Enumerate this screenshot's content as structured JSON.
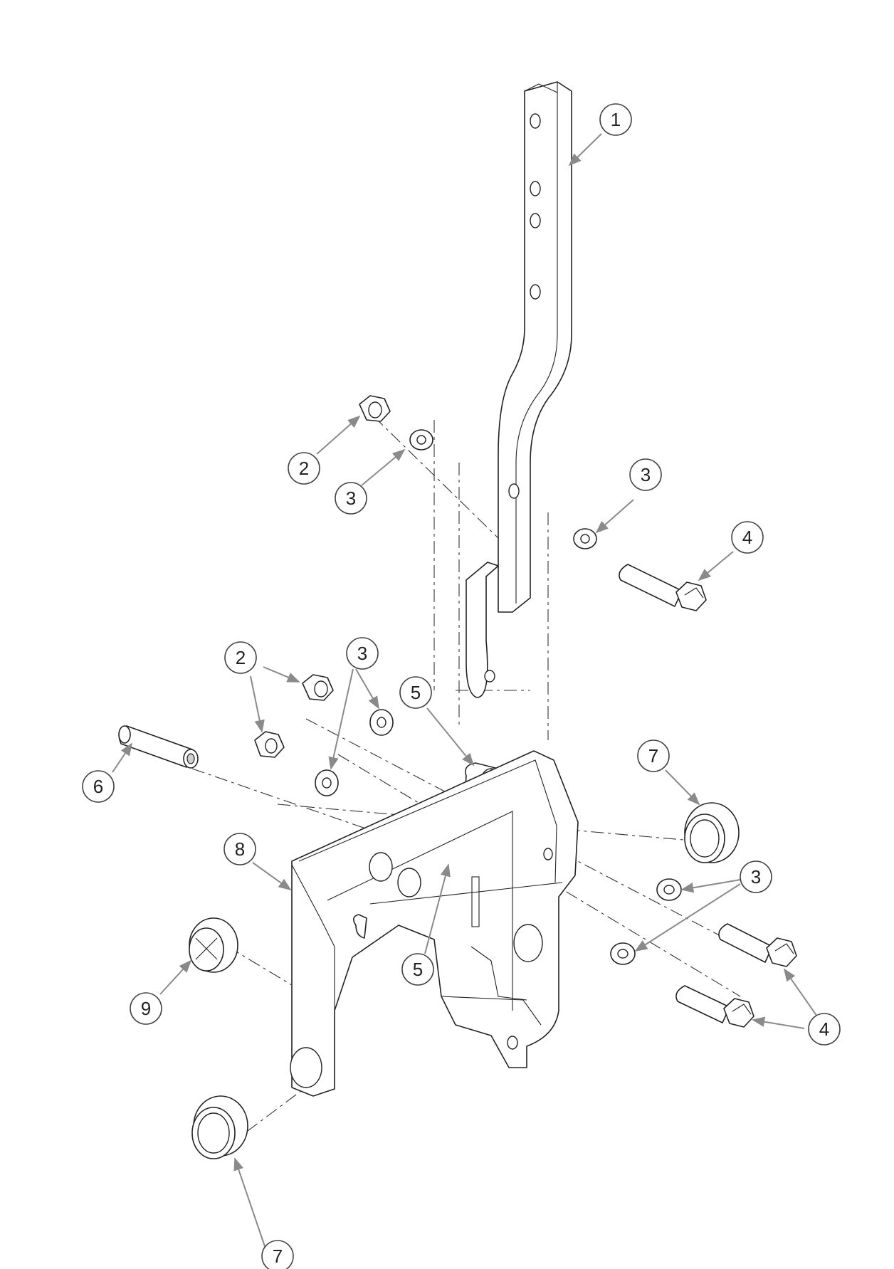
{
  "callouts": [
    {
      "id": "c1",
      "label": "1"
    },
    {
      "id": "c2a",
      "label": "2"
    },
    {
      "id": "c3a",
      "label": "3"
    },
    {
      "id": "c3b",
      "label": "3"
    },
    {
      "id": "c4a",
      "label": "4"
    },
    {
      "id": "c2b",
      "label": "2"
    },
    {
      "id": "c3c",
      "label": "3"
    },
    {
      "id": "c5a",
      "label": "5"
    },
    {
      "id": "c6",
      "label": "6"
    },
    {
      "id": "c7a",
      "label": "7"
    },
    {
      "id": "c8",
      "label": "8"
    },
    {
      "id": "c3d",
      "label": "3"
    },
    {
      "id": "c9",
      "label": "9"
    },
    {
      "id": "c5b",
      "label": "5"
    },
    {
      "id": "c4b",
      "label": "4"
    },
    {
      "id": "c7b",
      "label": "7"
    }
  ],
  "colors": {
    "line": "#222222",
    "leader": "#8a8a8a",
    "background": "#ffffff"
  }
}
